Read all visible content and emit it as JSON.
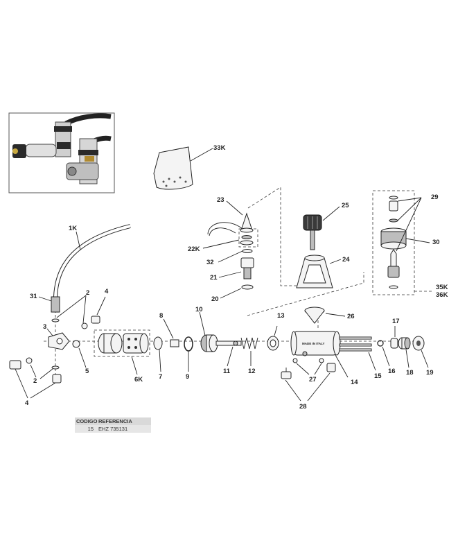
{
  "labels": {
    "l33k": "33K",
    "l23": "23",
    "l22k": "22K",
    "l32": "32",
    "l21": "21",
    "l20": "20",
    "l25": "25",
    "l24": "24",
    "l26": "26",
    "l29": "29",
    "l30": "30",
    "l35k": "35K",
    "l36k": "36K",
    "l1k": "1K",
    "l31": "31",
    "l2a": "2",
    "l4a": "4",
    "l3": "3",
    "l2b": "2",
    "l4b": "4",
    "l5": "5",
    "l6k": "6K",
    "l7": "7",
    "l8": "8",
    "l9": "9",
    "l10": "10",
    "l11": "11",
    "l12": "12",
    "l13": "13",
    "l14": "14",
    "l15": "15",
    "l16": "16",
    "l17": "17",
    "l18": "18",
    "l19": "19",
    "l27": "27",
    "l28": "28"
  },
  "body_marking": "MADE IN ITALY",
  "reference_table": {
    "header_code": "CODIGO",
    "header_ref": "REFERENCIA",
    "code": "15",
    "reference": "EHZ 735131"
  }
}
